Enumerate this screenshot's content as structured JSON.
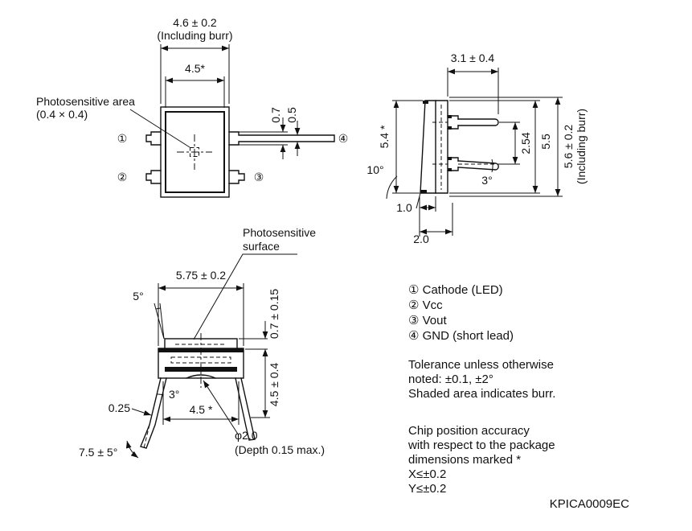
{
  "doc_code": "KPICA0009EC",
  "top_view": {
    "dim_width_total": "4.6 ± 0.2",
    "dim_width_total_note": "(Including burr)",
    "dim_width_inner": "4.5*",
    "callout_line1": "Photosensitive area",
    "callout_line2": "(0.4 × 0.4)",
    "pin1": "①",
    "pin2": "②",
    "pin3": "③",
    "pin4": "④",
    "dim_lead_base": "0.7",
    "dim_lead_width": "0.5"
  },
  "side_view": {
    "dim_lead_length": "3.1 ± 0.4",
    "dim_body_height": "5.4 *",
    "dim_lead_pitch": "2.54",
    "dim_height_55": "5.5",
    "dim_height_total": "5.6 ± 0.2",
    "dim_height_total_note": "(Including burr)",
    "angle_draft": "10°",
    "angle_lead": "3°",
    "dim_base_10": "1.0",
    "dim_base_20": "2.0"
  },
  "front_view": {
    "callout_line1": "Photosensitive",
    "callout_line2": "surface",
    "dim_width": "5.75 ± 0.2",
    "dim_cap_height": "0.7 ± 0.15",
    "dim_lead_length": "4.5 ± 0.4",
    "angle_cap": "5°",
    "angle_lead": "3°",
    "dim_lead_thickness": "0.25",
    "angle_foot": "7.5 ± 5°",
    "dim_lead_span": "4.5 *",
    "dim_recess": "φ2.0",
    "dim_recess_note": "(Depth 0.15 max.)"
  },
  "notes": {
    "pin1": "① Cathode (LED)",
    "pin2": "② Vcc",
    "pin3": "③ Vout",
    "pin4": "④ GND (short lead)",
    "tolerance_line1": "Tolerance unless otherwise",
    "tolerance_line2": "noted: ±0.1, ±2°",
    "tolerance_line3": "Shaded area indicates burr.",
    "chip_line1": "Chip position accuracy",
    "chip_line2": "with respect to the package",
    "chip_line3": "dimensions marked *",
    "chip_line4": "X≤±0.2",
    "chip_line5": "Y≤±0.2"
  }
}
